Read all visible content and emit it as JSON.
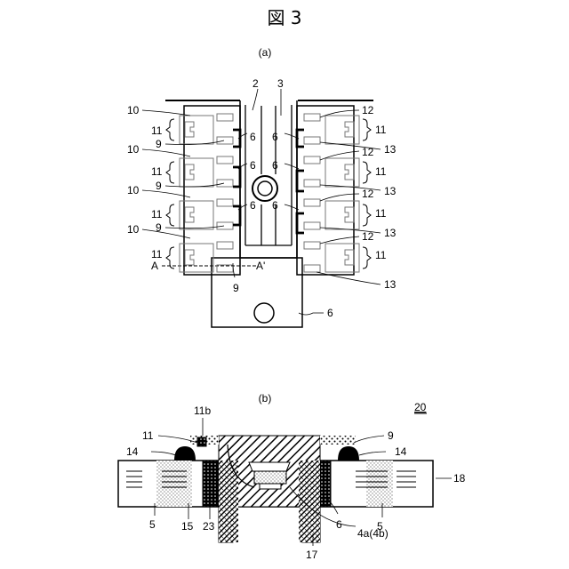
{
  "figure": {
    "title": "図 3",
    "part_a": {
      "caption": "(a)"
    },
    "part_b": {
      "caption": "(b)",
      "ref_number": "20"
    }
  },
  "labels_a": {
    "n2": "2",
    "n3": "3",
    "n10": "10",
    "n11": "11",
    "n9": "9",
    "n6": "6",
    "n12": "12",
    "n13": "13",
    "section_a": "A",
    "section_a_prime": "A'"
  },
  "labels_b": {
    "n11b": "11b",
    "n11": "11",
    "n9": "9",
    "n14": "14",
    "n18": "18",
    "n5": "5",
    "n15": "15",
    "n23": "23",
    "n6": "6",
    "n4": "4a(4b)",
    "n17": "17"
  }
}
